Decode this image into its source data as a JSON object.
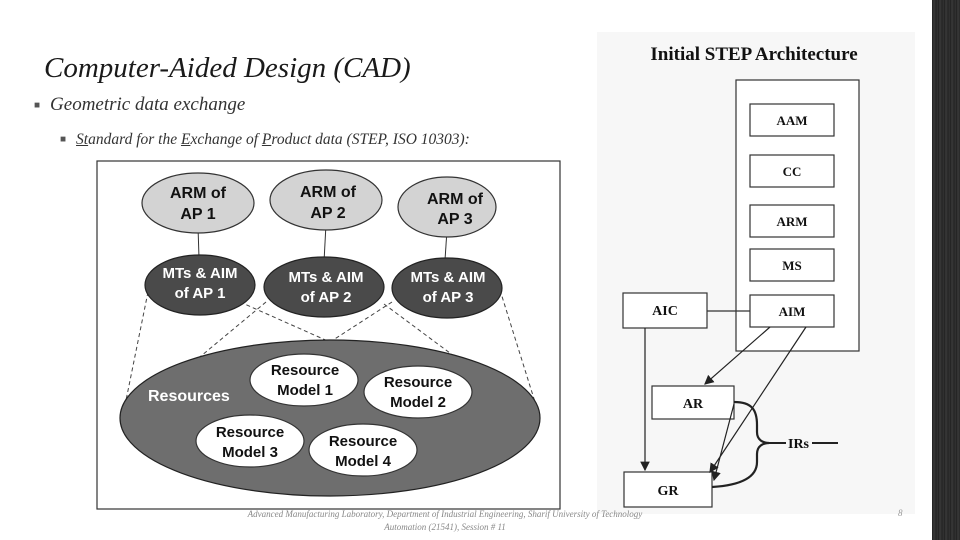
{
  "slide": {
    "title": "Computer-Aided Design (CAD)",
    "bullet1": "Geometric data exchange",
    "bullet2": {
      "parts": [
        "St",
        "andard for the ",
        "E",
        "xchange of ",
        "P",
        "roduct data (STEP, ISO 10303):"
      ]
    },
    "bullet_marker": "■",
    "footer_line1": "Advanced Manufacturing Laboratory, Department of Industrial Engineering, Sharif University of Technology",
    "footer_line2": "Automation (21541), Session # 11",
    "page_number": "8"
  },
  "left_diagram": {
    "arm_nodes": [
      {
        "line1": "ARM of",
        "line2": "AP 1"
      },
      {
        "line1": "ARM of",
        "line2": "AP 2"
      },
      {
        "line1": "ARM of",
        "line2": "AP 3"
      }
    ],
    "mt_nodes": [
      {
        "line1": "MTs & AIM",
        "line2": "of AP 1"
      },
      {
        "line1": "MTs & AIM",
        "line2": "of AP 2"
      },
      {
        "line1": "MTs & AIM",
        "line2": "of AP 3"
      }
    ],
    "resources_label": "Resources",
    "resource_models": [
      {
        "line1": "Resource",
        "line2": "Model 1"
      },
      {
        "line1": "Resource",
        "line2": "Model 2"
      },
      {
        "line1": "Resource",
        "line2": "Model 3"
      },
      {
        "line1": "Resource",
        "line2": "Model 4"
      }
    ],
    "colors": {
      "arm_fill": "#d3d3d3",
      "mt_fill": "#4a4a4a",
      "resources_fill": "#6e6e6e",
      "model_fill": "#ffffff"
    }
  },
  "right_diagram": {
    "title": "Initial STEP Architecture",
    "stack_boxes": [
      "AAM",
      "CC",
      "ARM",
      "MS",
      "AIM"
    ],
    "aic_label": "AIC",
    "ar_label": "AR",
    "gr_label": "GR",
    "irs_label": "IRs"
  }
}
